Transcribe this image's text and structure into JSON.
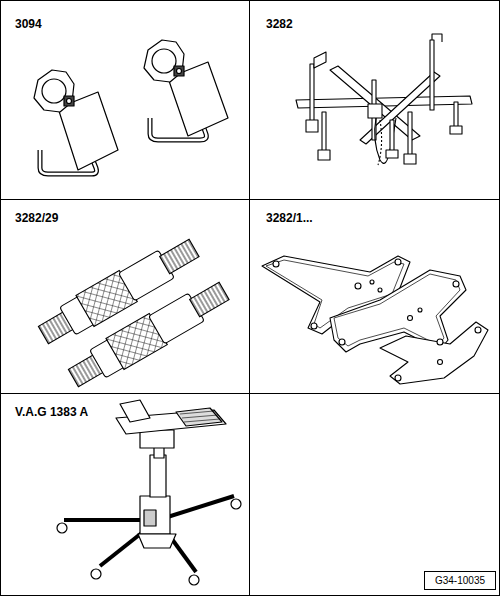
{
  "diagram": {
    "nodes": [
      {
        "text": [
          "3094"
        ]
      },
      {
        "text": [
          "3282"
        ]
      },
      {
        "text": [
          "3282/29"
        ]
      },
      {
        "text": [
          "3282/1..."
        ]
      },
      {
        "text": [
          "V.A.G 1383 A"
        ]
      },
      {
        "text": [
          "G34-10035"
        ]
      }
    ]
  }
}
